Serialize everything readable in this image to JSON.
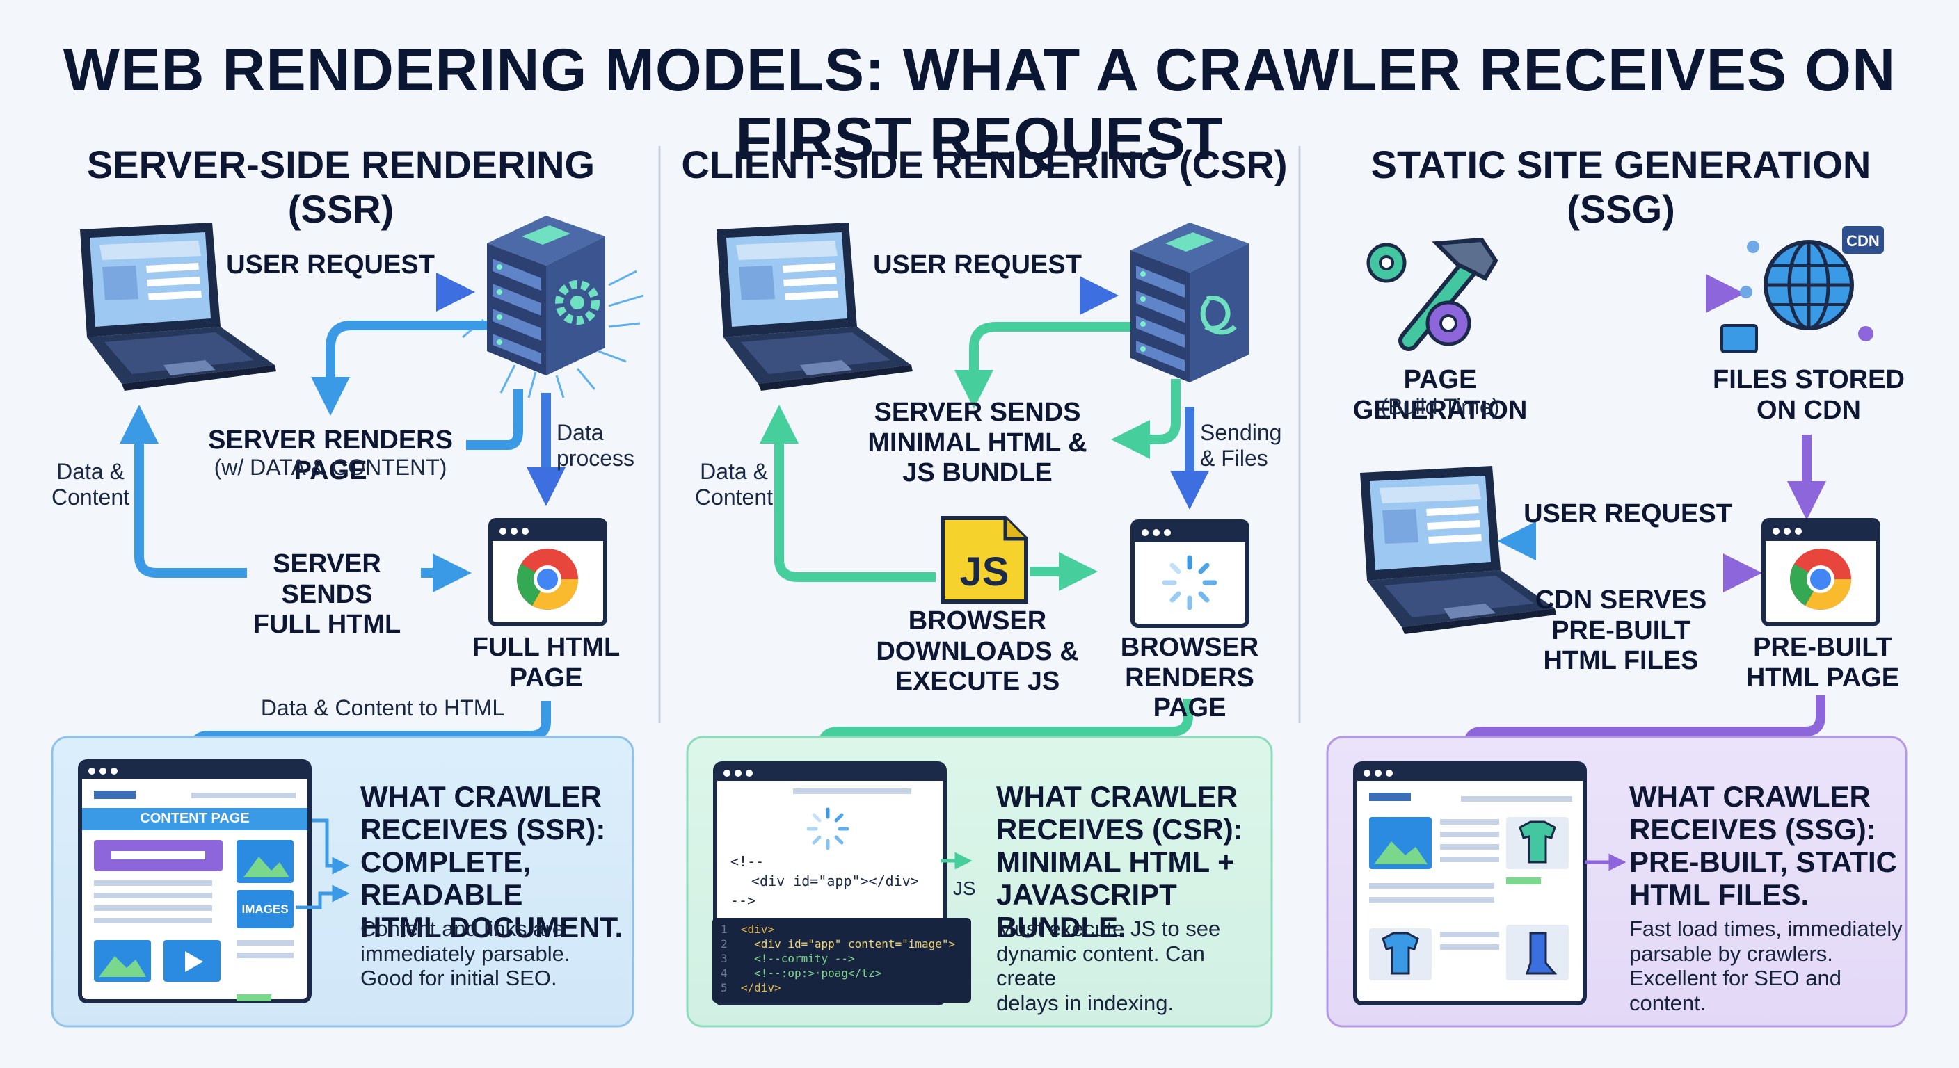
{
  "title": "WEB RENDERING MODELS: WHAT A CRAWLER RECEIVES ON FIRST REQUEST",
  "colors": {
    "blue": "#3a9ae6",
    "green": "#46cf9d",
    "purple": "#8e66dc",
    "navy": "#1c2a4a"
  },
  "ssr": {
    "heading": "SERVER-SIDE RENDERING (SSR)",
    "user_request": "USER REQUEST",
    "server_renders_page": "SERVER RENDERS PAGE",
    "server_renders_sub": "(w/ DATA & CONTENT)",
    "data_process": "Data\nprocess",
    "data_content": "Data &\nContent",
    "server_sends": "SERVER SENDS\nFULL HTML",
    "full_html_page": "FULL HTML\nPAGE",
    "data_to_html": "Data & Content to HTML",
    "content_page": "CONTENT PAGE",
    "images": "IMAGES",
    "box_heading": "WHAT CRAWLER\nRECEIVES (SSR):\nCOMPLETE, READABLE\nHTML DOCUMENT.",
    "box_body": "Content and links are\nimmediately parsable.\nGood for initial SEO."
  },
  "csr": {
    "heading": "CLIENT-SIDE RENDERING (CSR)",
    "user_request": "USER REQUEST",
    "server_sends": "SERVER SENDS\nMINIMAL HTML &\nJS BUNDLE",
    "sending_files": "Sending\n& Files",
    "data_content": "Data &\nContent",
    "js": "JS",
    "browser_downloads": "BROWSER\nDOWNLOADS &\nEXECUTE JS",
    "browser_renders": "BROWSER\nRENDERS PAGE",
    "code_comment_open": "<!--",
    "code_div": "<div id=\"app\"></div>",
    "code_comment_close": "-->",
    "js_tag": "JS",
    "code_lines": [
      "<div>",
      "<div id=\"app\" content=\"image\">",
      "<!--cormity -->",
      "<!--:op:>·poag</tz>",
      "</div>"
    ],
    "box_heading": "WHAT CRAWLER\nRECEIVES (CSR):\nMINIMAL HTML +\nJAVASCRIPT BUNDLE.",
    "box_body": "Must execute JS to see\ndynamic content. Can create\ndelays in indexing."
  },
  "ssg": {
    "heading": "STATIC SITE GENERATION (SSG)",
    "page_generation": "PAGE GENERATION",
    "build_time": "(Build Time)",
    "files_stored": "FILES STORED\nON CDN",
    "cdn": "CDN",
    "user_request": "USER REQUEST",
    "cdn_serves": "CDN SERVES\nPRE-BUILT\nHTML FILES",
    "prebuilt_page": "PRE-BUILT\nHTML PAGE",
    "box_heading": "WHAT CRAWLER\nRECEIVES (SSG):\nPRE-BUILT, STATIC\nHTML FILES.",
    "box_body": "Fast load times, immediately\nparsable by crawlers.\nExcellent for SEO and content."
  }
}
